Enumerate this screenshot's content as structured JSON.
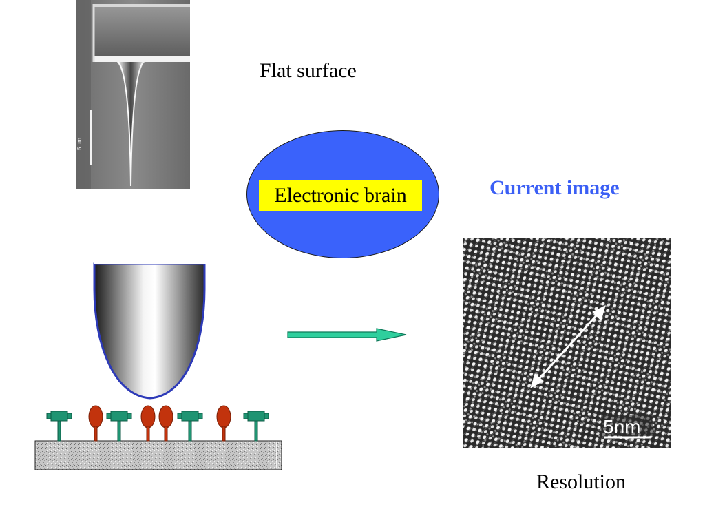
{
  "labels": {
    "flat_surface": "Flat surface",
    "current_image": "Current image",
    "electronic_brain": "Electronic brain",
    "resolution": "Resolution"
  },
  "micrograph": {
    "scale_bar_text": "5 μm"
  },
  "lattice_image": {
    "scale_bar_text": "5nm"
  },
  "colors": {
    "brain_fill": "#3a62fb",
    "brain_label_bg": "#ffff00",
    "current_image_text": "#3b5ff5",
    "arrow_fill": "#2fcf9d",
    "molecule_green": "#1f9472",
    "molecule_red": "#c2330d",
    "tip_outline": "#2d3ab8"
  }
}
